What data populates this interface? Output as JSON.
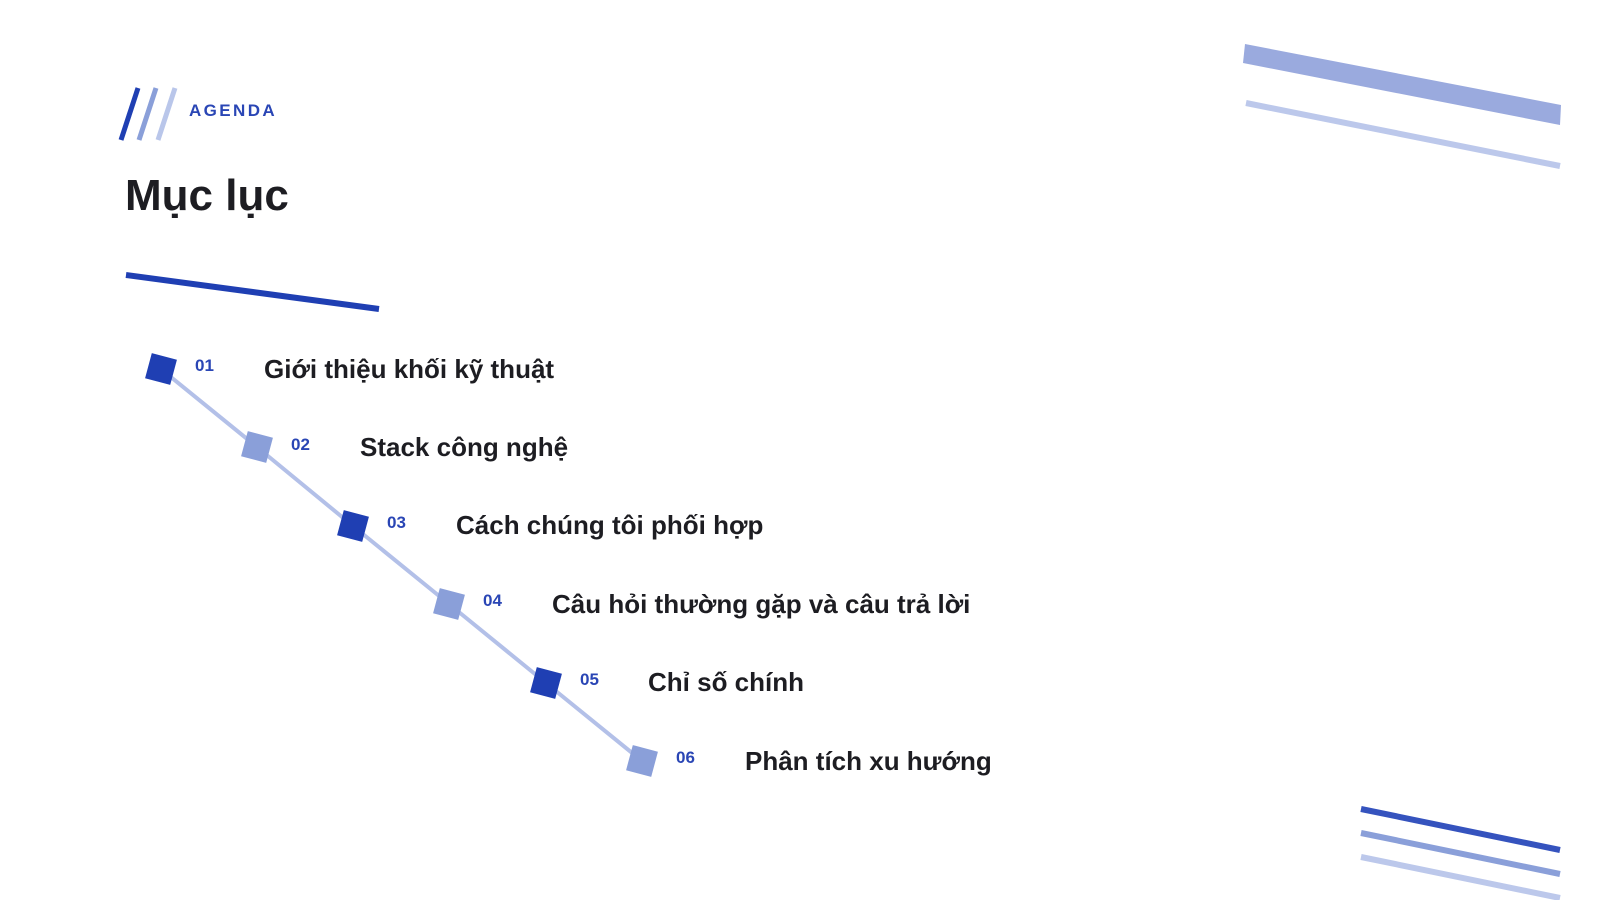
{
  "header": {
    "eyebrow": "AGENDA",
    "title": "Mục lục"
  },
  "agenda": {
    "items": [
      {
        "number": "01",
        "label": "Giới thiệu khối kỹ thuật"
      },
      {
        "number": "02",
        "label": "Stack công nghệ"
      },
      {
        "number": "03",
        "label": "Cách chúng tôi phối hợp"
      },
      {
        "number": "04",
        "label": "Câu hỏi thường gặp và câu trả lời"
      },
      {
        "number": "05",
        "label": "Chỉ số chính"
      },
      {
        "number": "06",
        "label": "Phân tích xu hướng"
      }
    ]
  },
  "colors": {
    "accent_dark": "#1f3fb3",
    "accent_mid": "#8a9fd9",
    "accent_light": "#b9c6ea",
    "text": "#1d1d22"
  }
}
